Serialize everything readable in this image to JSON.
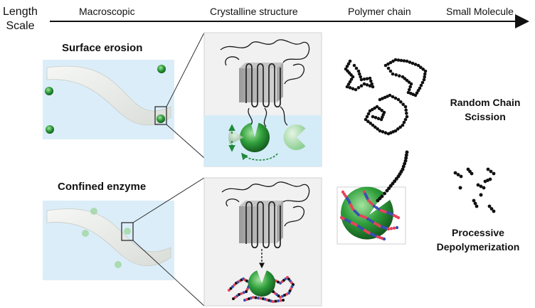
{
  "length_scale": {
    "line1": "Length",
    "line2": "Scale"
  },
  "columns": {
    "macroscopic": "Macroscopic",
    "crystalline": "Crystalline structure",
    "polymer": "Polymer chain",
    "small_molecule": "Small Molecule"
  },
  "rows": {
    "surface_erosion": "Surface erosion",
    "confined_enzyme": "Confined enzyme"
  },
  "outcomes": {
    "random": {
      "line1": "Random Chain",
      "line2": "Scission"
    },
    "processive": {
      "line1": "Processive",
      "line2": "Depolymerization"
    }
  },
  "colors": {
    "enzyme": "#2e9e3a",
    "film": "#e9ece9",
    "film_bg": "#cfe7f5",
    "chain": "#111111",
    "monomer_red": "#e8425a",
    "monomer_blue": "#3b4fb0"
  }
}
